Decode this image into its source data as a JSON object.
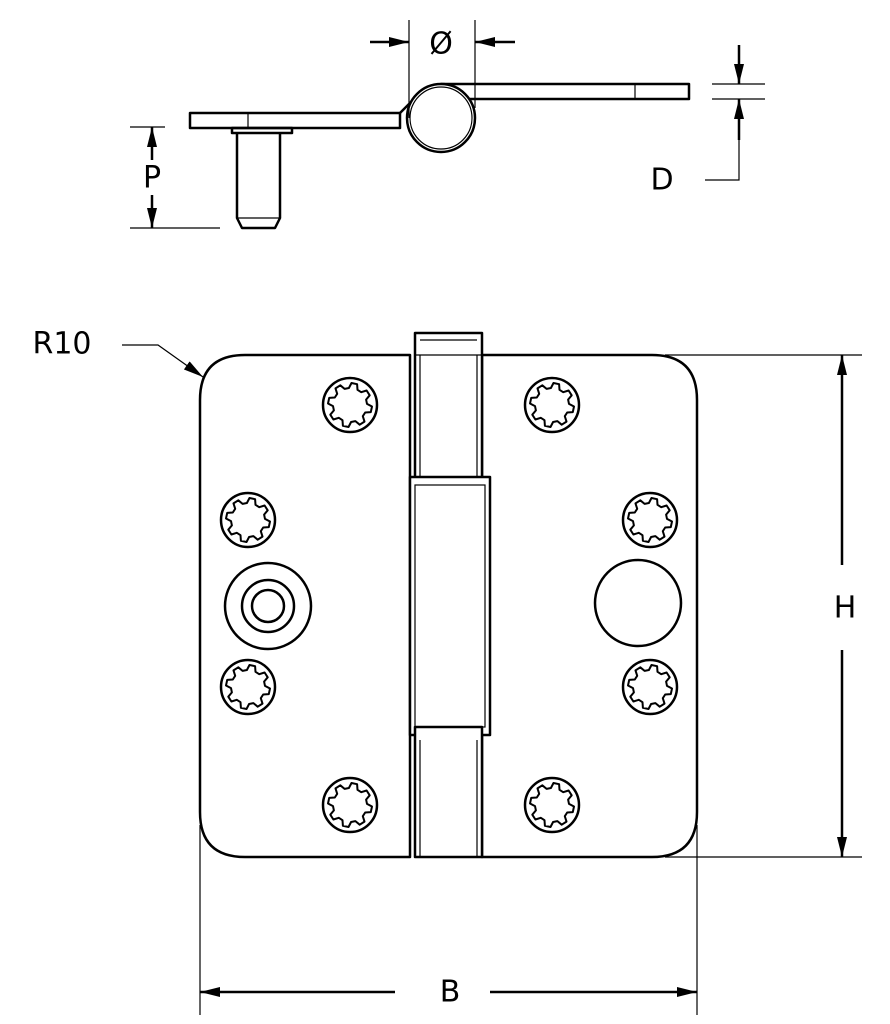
{
  "labels": {
    "diameter": "Ø",
    "thickness": "D",
    "pin_length": "P",
    "radius": "R10",
    "height": "H",
    "width": "B"
  },
  "colors": {
    "line": "#000000",
    "background": "#ffffff"
  }
}
